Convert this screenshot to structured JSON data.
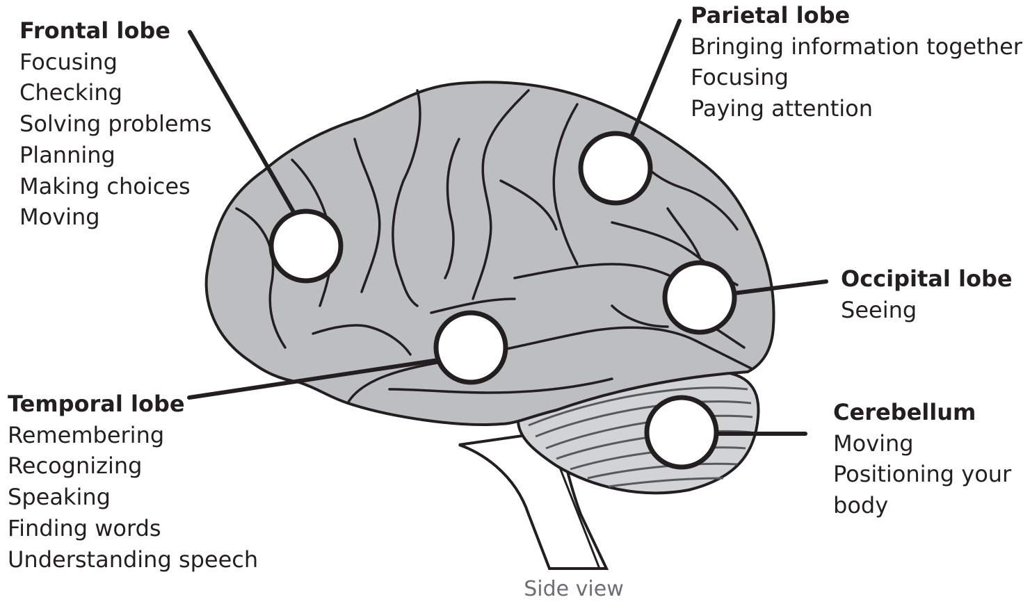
{
  "colors": {
    "brain_fill": "#bcbec0",
    "cerebellum_fill": "#d1d3d4",
    "outline": "#231f20",
    "callout_fill": "#ffffff",
    "caption": "#6d6e71"
  },
  "lobes": {
    "frontal": {
      "title": "Frontal lobe",
      "functions": [
        "Focusing",
        "Checking",
        "Solving problems",
        "Planning",
        "Making choices",
        "Moving"
      ]
    },
    "parietal": {
      "title": "Parietal lobe",
      "functions": [
        "Bringing information together",
        "Focusing",
        "Paying attention"
      ]
    },
    "occipital": {
      "title": "Occipital lobe",
      "functions": [
        "Seeing"
      ]
    },
    "temporal": {
      "title": "Temporal lobe",
      "functions": [
        "Remembering",
        "Recognizing",
        "Speaking",
        "Finding words",
        "Understanding speech"
      ]
    },
    "cerebellum": {
      "title": "Cerebellum",
      "functions": [
        "Moving",
        "Positioning your",
        "body"
      ]
    }
  },
  "caption": "Side view"
}
